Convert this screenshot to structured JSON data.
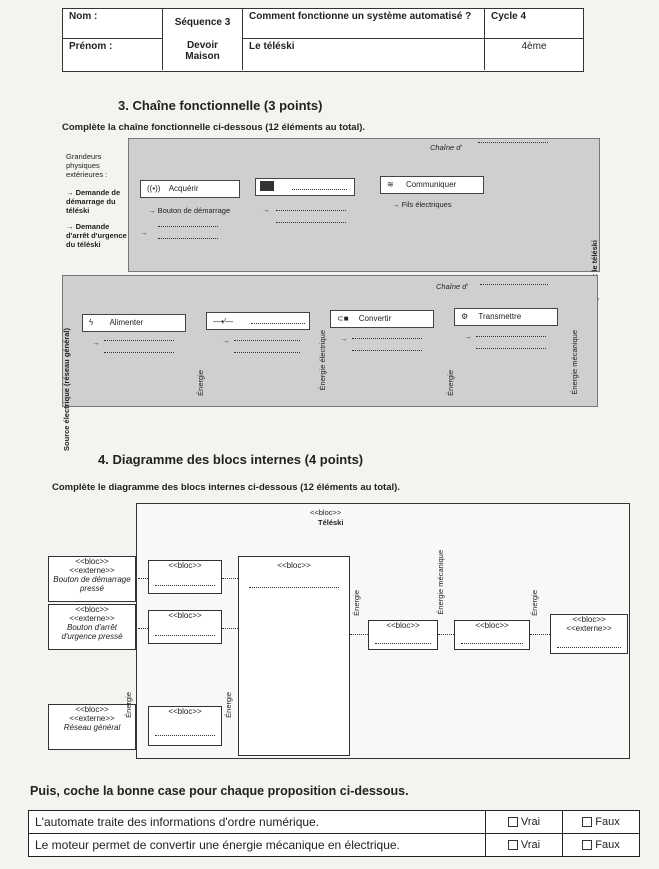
{
  "header": {
    "nom_label": "Nom :",
    "prenom_label": "Prénom :",
    "sequence": "Séquence 3",
    "devoir": "Devoir",
    "maison": "Maison",
    "question": "Comment fonctionne un système automatisé ?",
    "topic": "Le téléski",
    "cycle": "Cycle 4",
    "grade": "4ème"
  },
  "section3": {
    "title": "3. Chaîne fonctionnelle (3 points)",
    "instruction": "Complète la chaîne fonctionnelle ci-dessous (12 éléments au total).",
    "chain_info_label": "Chaîne d'",
    "chain_energy_label": "Chaîne d'",
    "grandeurs": "Grandeurs physiques extérieures :",
    "input1": "→ Demande de démarrage du téléski",
    "input2": "→ Demande d'arrêt d'urgence du téléski",
    "acquerir": "Acquérir",
    "bouton_demarrage": "→ Bouton de démarrage",
    "communiquer": "Communiquer",
    "fils": "→ Fils électriques",
    "agit_sur": "Agit sur : le téléski",
    "alimenter": "Alimenter",
    "convertir": "Convertir",
    "transmettre": "Transmettre",
    "source": "Source électrique (réseau général)",
    "energie": "Énergie",
    "energie_electrique": "Énergie électrique",
    "energie_mecanique": "Énergie mécanique"
  },
  "section4": {
    "title": "4. Diagramme des blocs internes (4 points)",
    "instruction": "Complète le diagramme des blocs internes ci-dessous (12 éléments au total).",
    "bloc": "<<bloc>>",
    "externe": "<<externe>>",
    "teleski": "Téléski",
    "bouton_demarrage": "Bouton de démarrage pressé",
    "bouton_arret": "Bouton d'arrêt d'urgence pressé",
    "reseau": "Réseau général",
    "energie": "Énergie",
    "energie_mecanique": "Énergie mécanique"
  },
  "quiz": {
    "intro": "Puis, coche la bonne case pour chaque proposition ci-dessous.",
    "rows": [
      {
        "statement": "L'automate traite des informations d'ordre numérique.",
        "vrai": "Vrai",
        "faux": "Faux"
      },
      {
        "statement": "Le moteur permet de convertir une énergie mécanique en électrique.",
        "vrai": "Vrai",
        "faux": "Faux"
      }
    ]
  }
}
